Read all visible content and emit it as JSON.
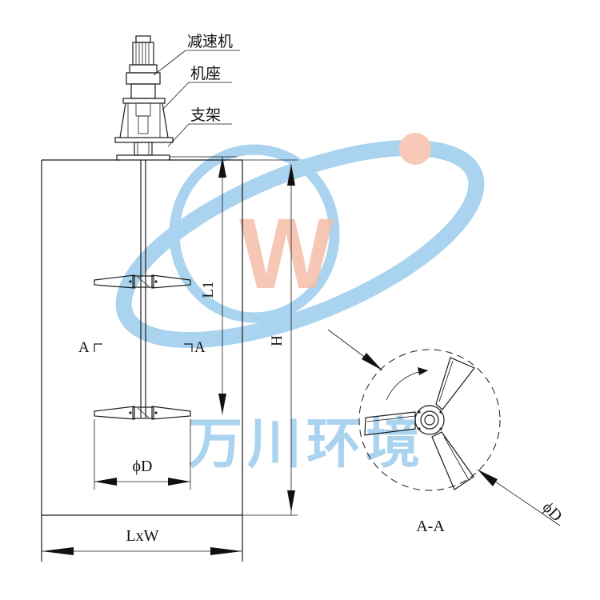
{
  "labels": {
    "reducer": "减速机",
    "base": "机座",
    "bracket": "支架",
    "l1": "L1",
    "h": "H",
    "section_left": "A",
    "section_right": "A",
    "diameter_front": "ϕD",
    "diameter_section": "ϕD",
    "lxw": "LxW",
    "section_title": "A-A"
  },
  "watermark": {
    "text": "万川环境",
    "logo_letter": "W"
  },
  "colors": {
    "line": "#1a1a1a",
    "watermark_blue": "#8ec5ea",
    "watermark_orange": "#f4a78e",
    "dot": "#f7b8a0"
  }
}
